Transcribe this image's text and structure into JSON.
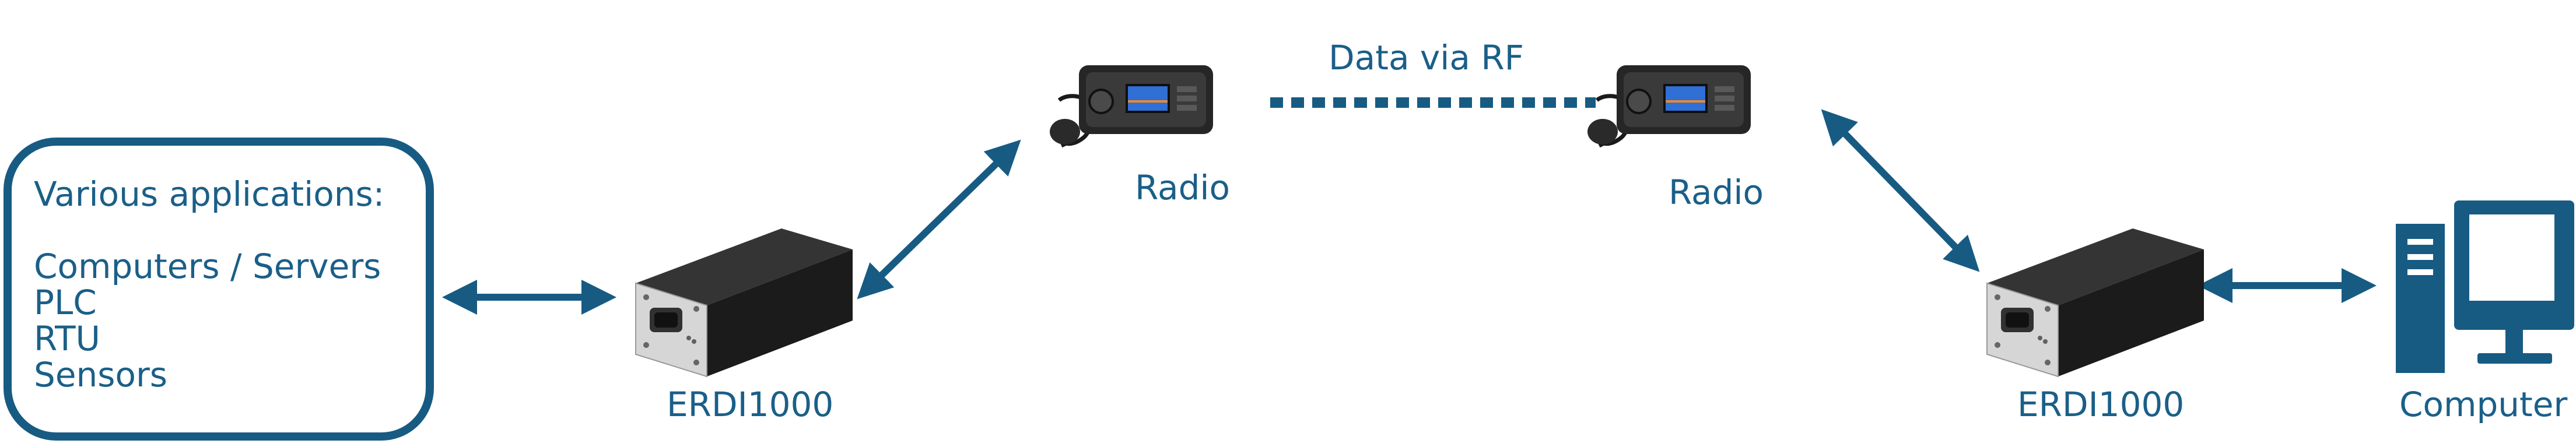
{
  "applications": {
    "heading": "Various applications:",
    "items": [
      "Computers / Servers",
      "PLC",
      "RTU",
      "Sensors"
    ]
  },
  "labels": {
    "data_link": "Data via RF",
    "radio_left": "Radio",
    "radio_right": "Radio",
    "erdi_left": "ERDI1000",
    "erdi_right": "ERDI1000",
    "computer": "Computer"
  },
  "colors": {
    "primary": "#175b83",
    "device_body": "#222222",
    "device_panel": "#d6d6d6",
    "screen": "#2f6fd6"
  },
  "icons": {
    "radio_left": "mobile-radio-icon",
    "radio_right": "mobile-radio-icon",
    "erdi_left": "erdi1000-device-icon",
    "erdi_right": "erdi1000-device-icon",
    "computer": "desktop-computer-icon"
  }
}
